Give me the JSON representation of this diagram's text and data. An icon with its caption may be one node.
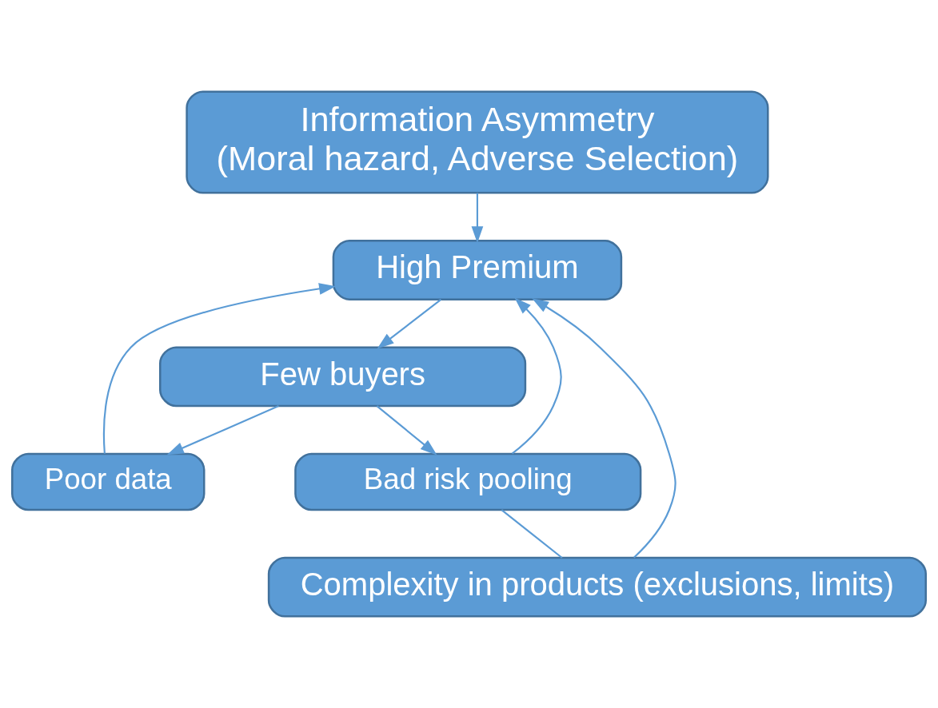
{
  "diagram": {
    "nodes": [
      {
        "text": [
          "Information Asymmetry",
          "(Moral hazard, Adverse Selection)"
        ]
      },
      {
        "text": [
          "High Premium"
        ]
      },
      {
        "text": [
          "Few buyers"
        ]
      },
      {
        "text": [
          "Poor data"
        ]
      },
      {
        "text": [
          "Bad risk pooling"
        ]
      },
      {
        "text": [
          "Complexity in products (exclusions, limits)"
        ]
      }
    ],
    "edges": [
      {
        "from": 0,
        "to": 1,
        "arrow": "to"
      },
      {
        "from": 1,
        "to": 2,
        "arrow": "to"
      },
      {
        "from": 2,
        "to": 3,
        "arrow": "to"
      },
      {
        "from": 2,
        "to": 4,
        "arrow": "to"
      },
      {
        "from": 3,
        "to": 1,
        "arrow": "to"
      },
      {
        "from": 4,
        "to": 1,
        "arrow": "to"
      },
      {
        "from": 4,
        "to": 5,
        "arrow": "none"
      },
      {
        "from": 5,
        "to": 1,
        "arrow": "to"
      }
    ]
  }
}
